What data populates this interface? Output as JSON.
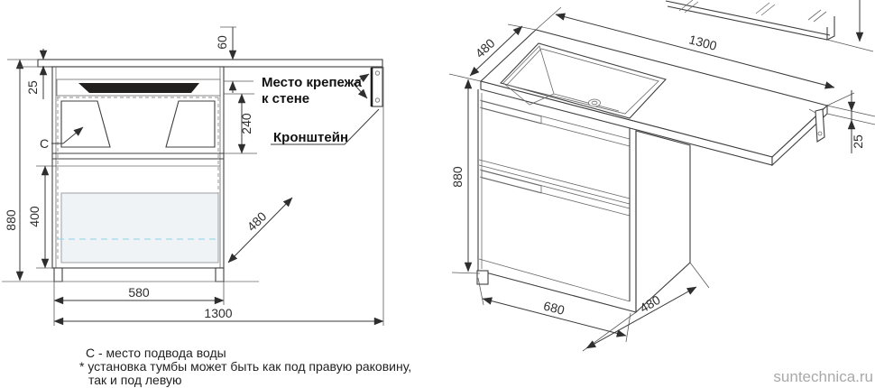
{
  "front_view": {
    "dim_60": "60",
    "dim_25": "25",
    "dim_240": "240",
    "dim_880": "880",
    "dim_400": "400",
    "dim_580": "580",
    "dim_1300": "1300",
    "dim_480_depth": "480",
    "label_mount_line1": "Место крепежа",
    "label_mount_line2": "к стене",
    "label_bracket": "Кронштейн",
    "label_c": "С"
  },
  "iso_view": {
    "dim_480_top": "480",
    "dim_1300": "1300",
    "dim_25": "25",
    "dim_880": "880",
    "dim_680": "680",
    "dim_480_bottom": "480"
  },
  "notes": {
    "line1": "С - место подвода воды",
    "line2": "* установка тумбы может быть как под правую раковину,",
    "line3": "так и под левую"
  },
  "watermark": "suntechnica.ru",
  "colors": {
    "sink_black": "#221f1f",
    "water_dash": "#a5d8e6",
    "drawer_panel": "#eff3f6",
    "side_panel": "#e3e6ea",
    "groove_fill": "#d9dde2",
    "basin_shade": "#dfe3e7",
    "watermark": "#a9a9a9"
  }
}
